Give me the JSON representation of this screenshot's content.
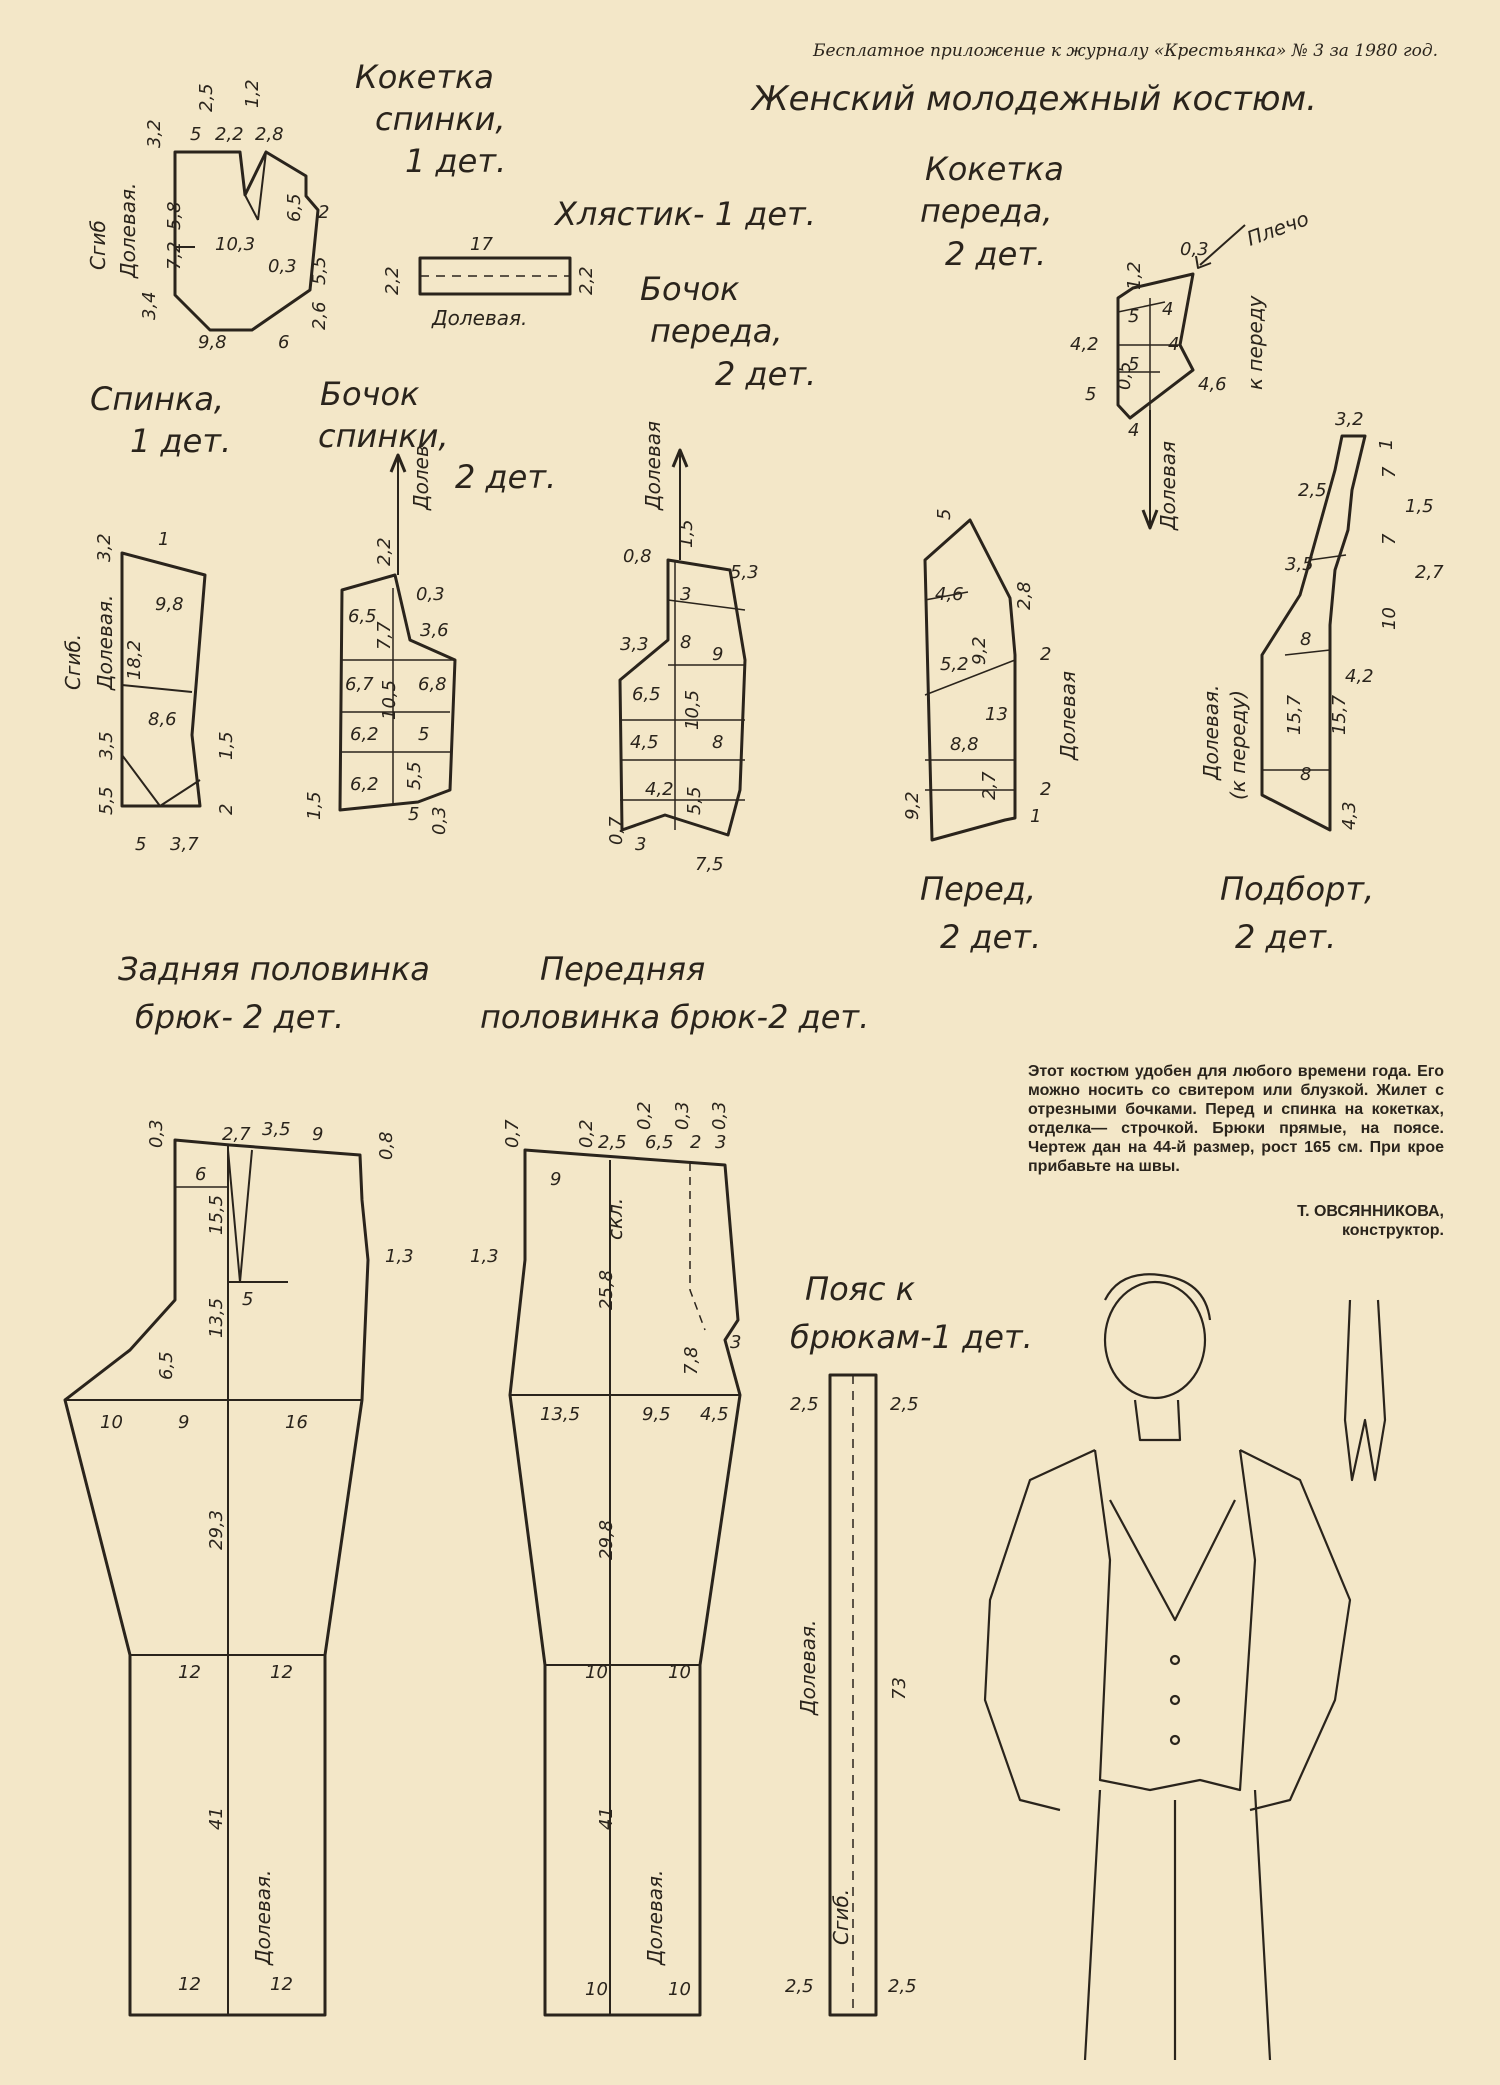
{
  "header": "Бесплатное приложение к журналу «Крестьянка» № 3 за 1980 год.",
  "main_title": "Женский молодежный костюм.",
  "labels": {
    "koketka_spinki": [
      "Кокетка",
      "спинки,",
      "1 дет."
    ],
    "hlyastik": "Хлястик- 1 дет.",
    "koketka_pereda": [
      "Кокетка",
      "переда,",
      "2 дет."
    ],
    "plecho": "Плечо",
    "k_peredu": "к переду",
    "bochok_pereda": [
      "Бочок",
      "переда,",
      "2 дет."
    ],
    "spinka": [
      "Спинка,",
      "1 дет."
    ],
    "bochok_spinki": [
      "Бочок",
      "спинки,",
      "2 дет."
    ],
    "pered": [
      "Перед,",
      "2 дет."
    ],
    "podbort": [
      "Подборт,",
      "2 дет."
    ],
    "zad_bryuk": [
      "Задняя половинка",
      "брюк- 2 дет."
    ],
    "per_bryuk": [
      "Передняя",
      "половинка брюк-2 дет."
    ],
    "poyas": [
      "Пояс к",
      "брюкам-1 дет."
    ],
    "dolevaya": "Долевая",
    "dolevaya_dot": "Долевая.",
    "sgib": "Сгиб.",
    "sgib_plain": "Сгиб",
    "dolev": "Долев",
    "dolevaya_k_peredu": [
      "Долевая.",
      "(к переду)"
    ],
    "skl": "скл."
  },
  "note": "Этот костюм удобен для любого времени года. Его можно носить со свитером или блузкой. Жилет с отрезными бочками. Перед и спинка на кокетках, отделка— строчкой. Брюки прямые, на поясе. Чертеж дан на 44-й размер, рост 165 см. При крое прибавьте на швы.",
  "author": "Т. ОВСЯННИКОВА,",
  "author_role": "конструктор.",
  "dims": {
    "ks": [
      "2,5",
      "1,2",
      "5",
      "2,2",
      "2,8",
      "3,2",
      "5,8",
      "10,3",
      "6,5",
      "2",
      "7,2",
      "0,3",
      "5,5",
      "3,4",
      "2,6",
      "9,8",
      "6"
    ],
    "hl": [
      "17",
      "2,2",
      "2,2"
    ],
    "kp": [
      "1,2",
      "0,3",
      "5",
      "4",
      "4,2",
      "4",
      "5",
      "0,5",
      "5",
      "4,6",
      "4"
    ],
    "sp": [
      "3,2",
      "1",
      "9,8",
      "18,2",
      "8,6",
      "3,5",
      "1,5",
      "5,5",
      "2",
      "5",
      "3,7"
    ],
    "bs": [
      "2,2",
      "0,3",
      "3,6",
      "6,5",
      "7,7",
      "6,7",
      "10,5",
      "6,8",
      "6,2",
      "5",
      "6,2",
      "5,5",
      "1,5",
      "5",
      "0,3"
    ],
    "bp": [
      "0,8",
      "1,5",
      "5,3",
      "3",
      "3,3",
      "8",
      "9",
      "6,5",
      "10,5",
      "4,5",
      "8",
      "4,2",
      "5,5",
      "0,7",
      "3",
      "7,5"
    ],
    "pe": [
      "5",
      "4,6",
      "9,2",
      "2,8",
      "5,2",
      "2",
      "13",
      "8,8",
      "2,7",
      "2",
      "9,2",
      "1"
    ],
    "pb": [
      "3,2",
      "1",
      "2,5",
      "7",
      "1,5",
      "3,5",
      "7",
      "2,7",
      "8",
      "10",
      "4,2",
      "15,7",
      "15,7",
      "8",
      "4,3"
    ],
    "zb": [
      "0,3",
      "2,7",
      "3,5",
      "9",
      "0,8",
      "6",
      "15,5",
      "1,3",
      "5",
      "13,5",
      "6,5",
      "10",
      "9",
      "16",
      "29,3",
      "12",
      "12",
      "41",
      "12",
      "12"
    ],
    "pbr": [
      "0,7",
      "0,2",
      "0,2",
      "0,3",
      "0,3",
      "2,5",
      "6,5",
      "2",
      "3",
      "9",
      "25,8",
      "1,3",
      "7,8",
      "3",
      "13,5",
      "9,5",
      "4,5",
      "29,8",
      "10",
      "10",
      "41",
      "10",
      "10"
    ],
    "po": [
      "2,5",
      "2,5",
      "73",
      "2,5",
      "2,5"
    ]
  }
}
